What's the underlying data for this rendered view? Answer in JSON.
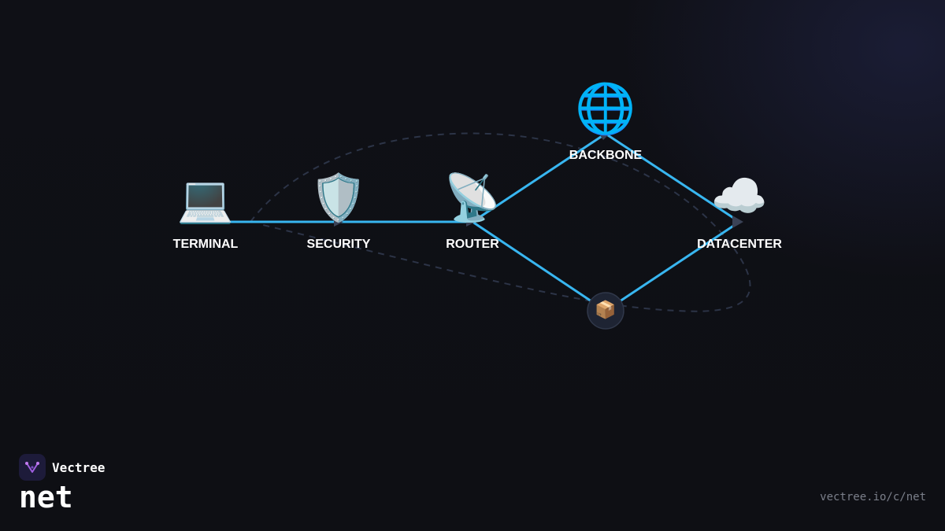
{
  "nodes": [
    {
      "id": "terminal",
      "label": "TERMINAL",
      "icon": "laptop-icon",
      "glyph": "💻"
    },
    {
      "id": "security",
      "label": "SECURITY",
      "icon": "shield-icon",
      "glyph": "🛡️"
    },
    {
      "id": "router",
      "label": "ROUTER",
      "icon": "satellite-dish-icon",
      "glyph": "📡"
    },
    {
      "id": "backbone",
      "label": "BACKBONE",
      "icon": "globe-icon",
      "glyph": "🌐"
    },
    {
      "id": "datacenter",
      "label": "DATACENTER",
      "icon": "cloud-icon",
      "glyph": "☁️"
    }
  ],
  "packet": {
    "icon": "package-icon",
    "glyph": "📦"
  },
  "edges": [
    {
      "from": "terminal",
      "to": "security"
    },
    {
      "from": "security",
      "to": "router"
    },
    {
      "from": "router",
      "to": "backbone"
    },
    {
      "from": "backbone",
      "to": "datacenter"
    },
    {
      "from": "router",
      "to": "packet"
    },
    {
      "from": "packet",
      "to": "datacenter"
    }
  ],
  "colors": {
    "edge": "#38b6f0",
    "orbit": "#2c3447",
    "background": "#0f1016"
  },
  "brand": {
    "name": "Vectree",
    "logo_icon": "vectree-logo-icon"
  },
  "page": {
    "title": "net",
    "url": "vectree.io/c/net"
  }
}
